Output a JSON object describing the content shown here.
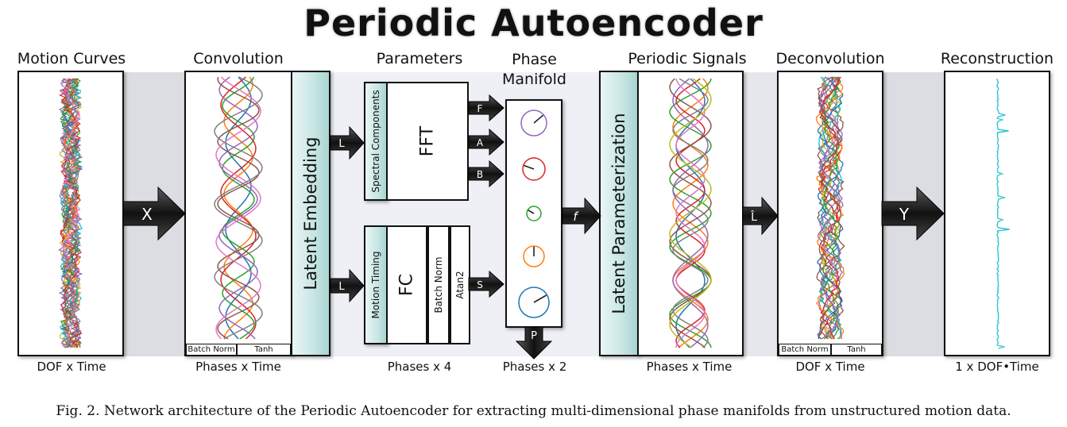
{
  "title": "Periodic Autoencoder",
  "headers": {
    "motion_curves": "Motion Curves",
    "convolution": "Convolution",
    "parameters": "Parameters",
    "phase_manifold": "Phase\nManifold",
    "periodic_signals": "Periodic Signals",
    "deconvolution": "Deconvolution",
    "reconstruction": "Reconstruction"
  },
  "subtitles": {
    "motion_curves": "DOF x Time",
    "convolution": "Phases x Time",
    "parameters": "Phases x 4",
    "phase_manifold": "Phases x 2",
    "periodic_signals": "Phases x Time",
    "deconvolution": "DOF x Time",
    "reconstruction": "1 x DOF•Time"
  },
  "blocks": {
    "latent_embedding": "Latent Embedding",
    "latent_parameterization": "Latent Parameterization",
    "spectral_components": "Spectral Components",
    "fft": "FFT",
    "motion_timing": "Motion Timing",
    "fc": "FC",
    "batch_norm": "Batch Norm",
    "atan2": "Atan2",
    "conv_batch_norm": "Batch Norm",
    "conv_tanh": "Tanh",
    "deconv_batch_norm": "Batch Norm",
    "deconv_tanh": "Tanh"
  },
  "arrows": {
    "x": "X",
    "l_top": "L",
    "l_bottom": "L",
    "f": "F",
    "a": "A",
    "b": "B",
    "s": "S",
    "p": "P",
    "freq": "f",
    "l_hat": "L̂",
    "y": "Y"
  },
  "caption": "Fig. 2.   Network architecture of the Periodic Autoencoder for extracting multi-dimensional phase manifolds from unstructured motion data.",
  "colors": {
    "band_gray": "#dcdde2",
    "band_light": "#eef0f6",
    "teal": "#bfe2e0",
    "curve_palette": [
      "#1f77b4",
      "#ff7f0e",
      "#2ca02c",
      "#d62728",
      "#9467bd",
      "#8c564b",
      "#e377c2",
      "#7f7f7f",
      "#bcbd22",
      "#17becf"
    ],
    "reconstruction": "#2fc7cf"
  },
  "dial_colors": [
    "#9467bd",
    "#d62728",
    "#2ca02c",
    "#ff7f0e",
    "#1f77b4"
  ]
}
